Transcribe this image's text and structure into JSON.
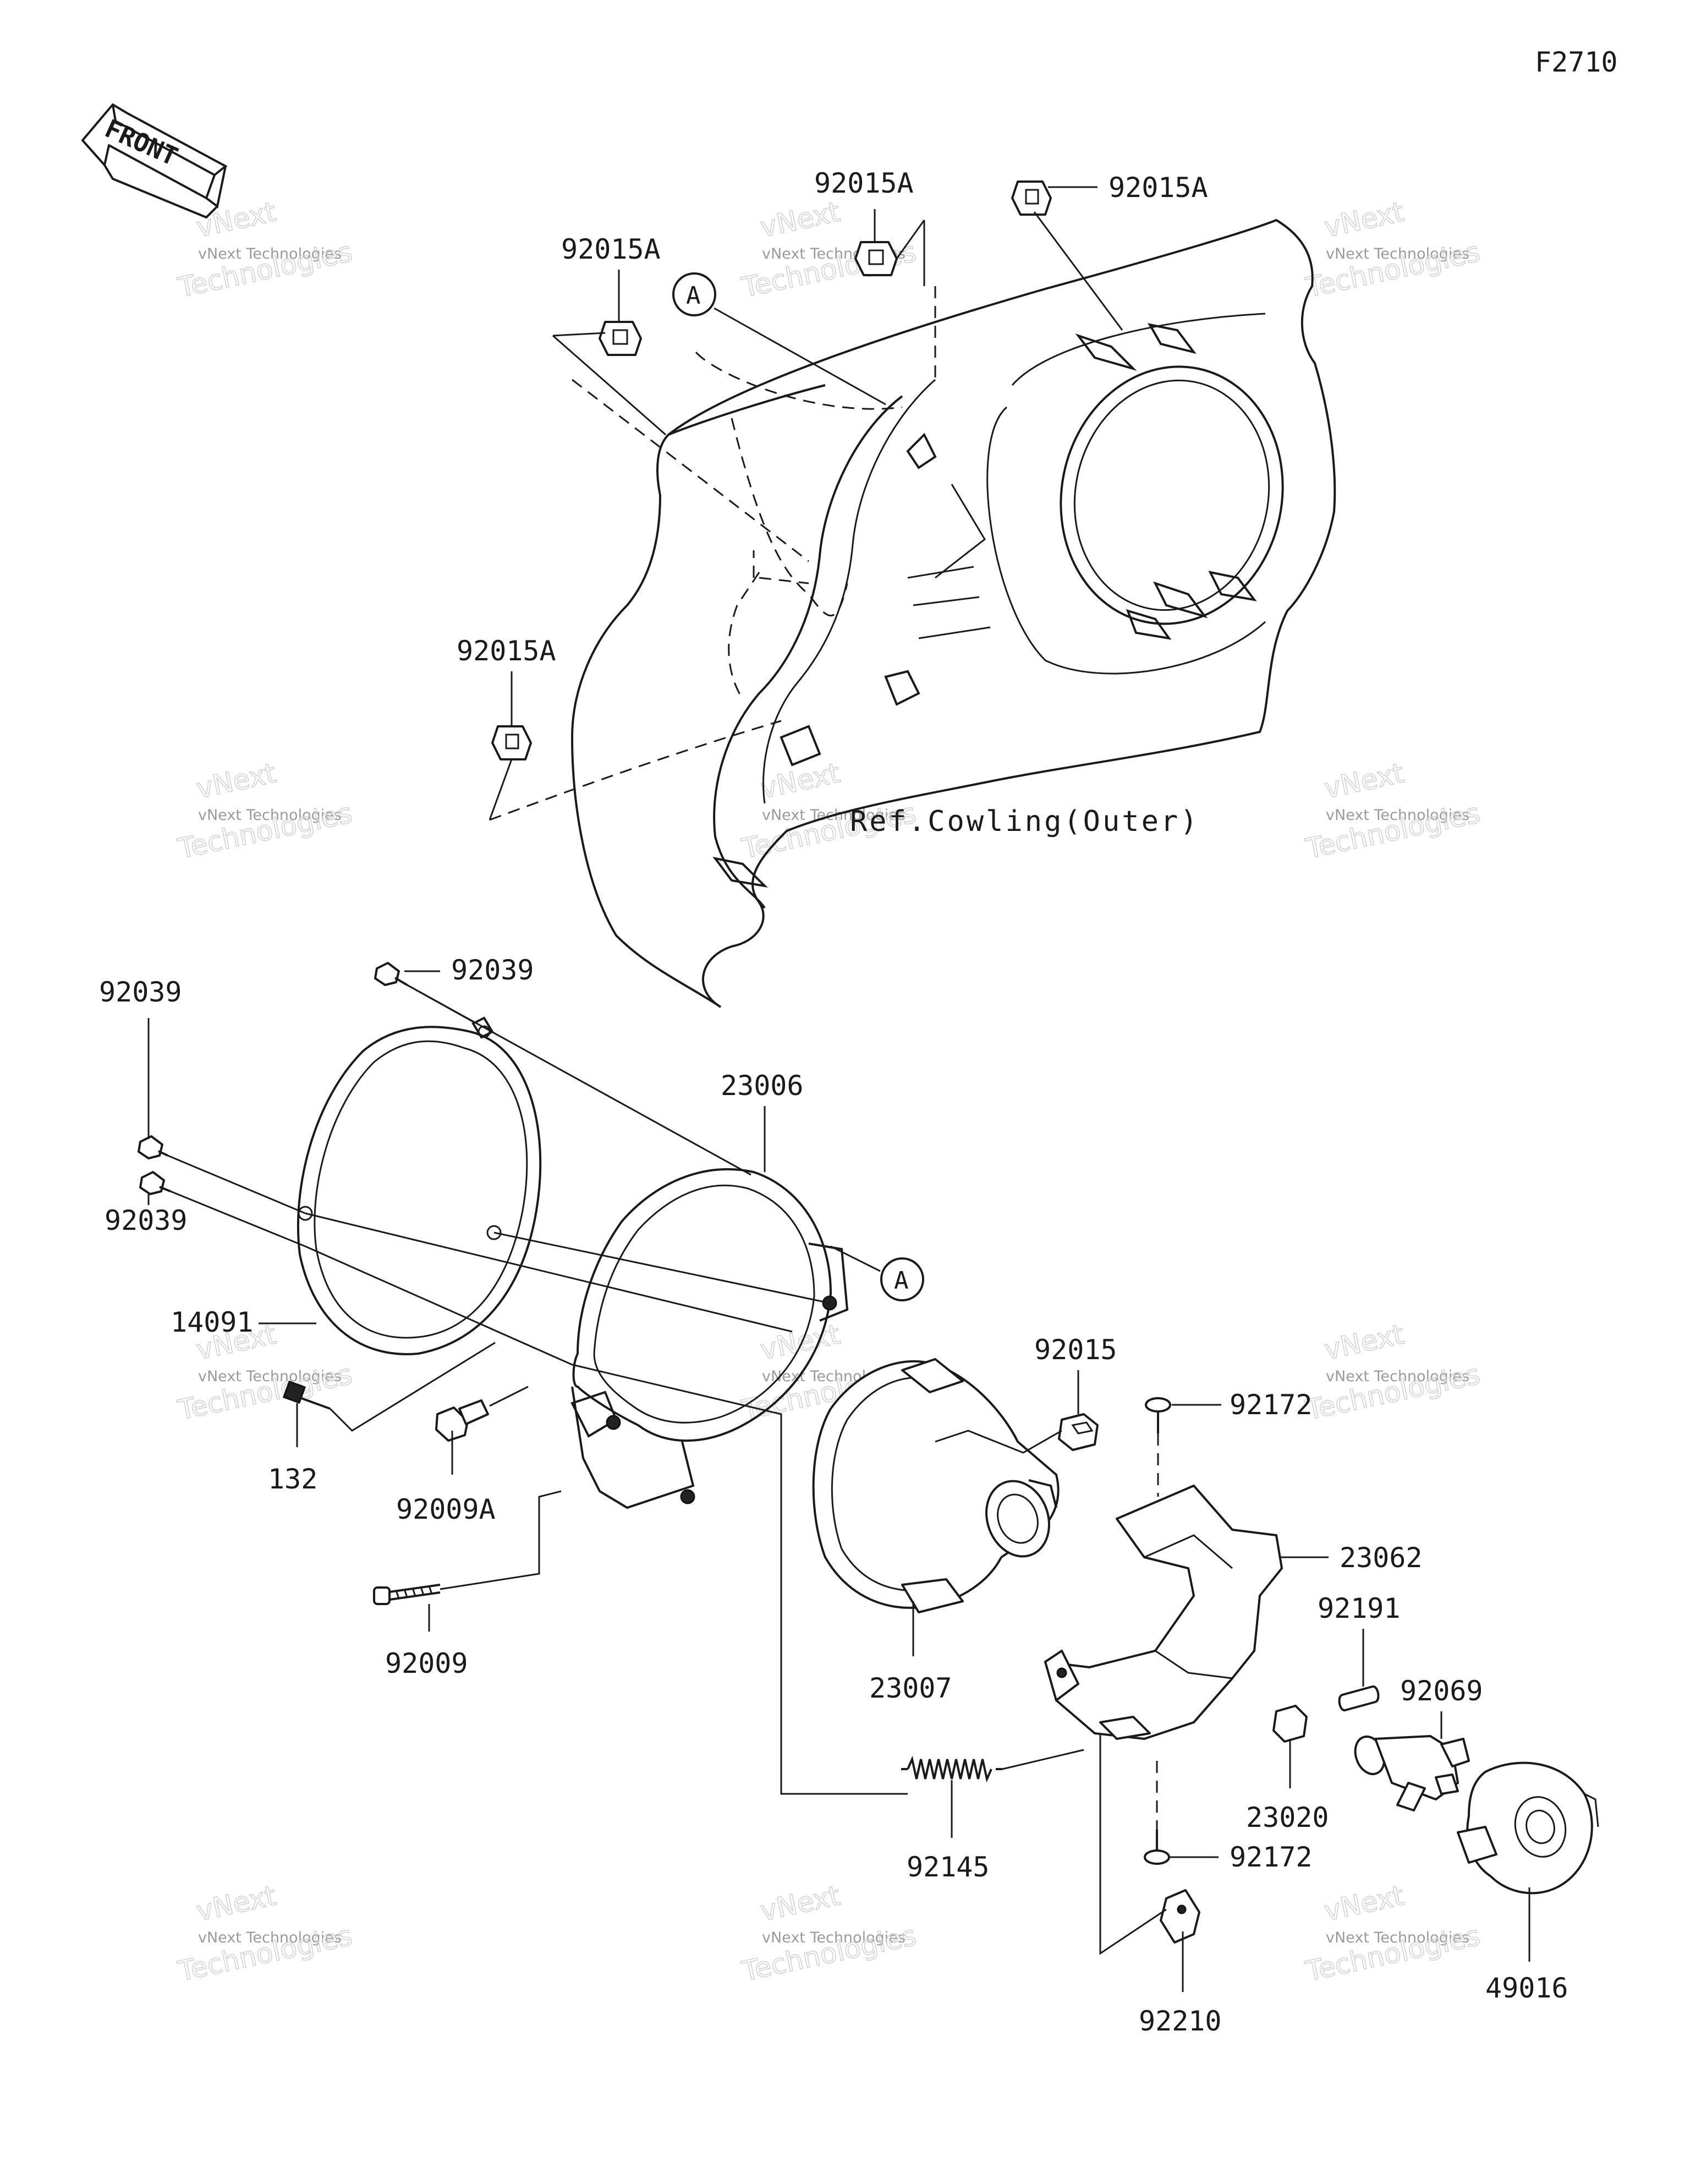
{
  "figure_code": "F2710",
  "front_label": "FRONT",
  "callout_letter": "A",
  "reference_text": "Ref.Cowling(Outer)",
  "watermark": {
    "line1": "vNext Technologies",
    "line2": "Technologies",
    "line3": "vNext"
  },
  "parts": [
    {
      "number": "92015A"
    },
    {
      "number": "92015A"
    },
    {
      "number": "92015A"
    },
    {
      "number": "92015A"
    },
    {
      "number": "92039"
    },
    {
      "number": "92039"
    },
    {
      "number": "92039"
    },
    {
      "number": "23006"
    },
    {
      "number": "14091"
    },
    {
      "number": "132"
    },
    {
      "number": "92009A"
    },
    {
      "number": "92009"
    },
    {
      "number": "92015"
    },
    {
      "number": "92172"
    },
    {
      "number": "23062"
    },
    {
      "number": "23007"
    },
    {
      "number": "92191"
    },
    {
      "number": "92069"
    },
    {
      "number": "23020"
    },
    {
      "number": "92145"
    },
    {
      "number": "92172"
    },
    {
      "number": "92210"
    },
    {
      "number": "49016"
    }
  ]
}
